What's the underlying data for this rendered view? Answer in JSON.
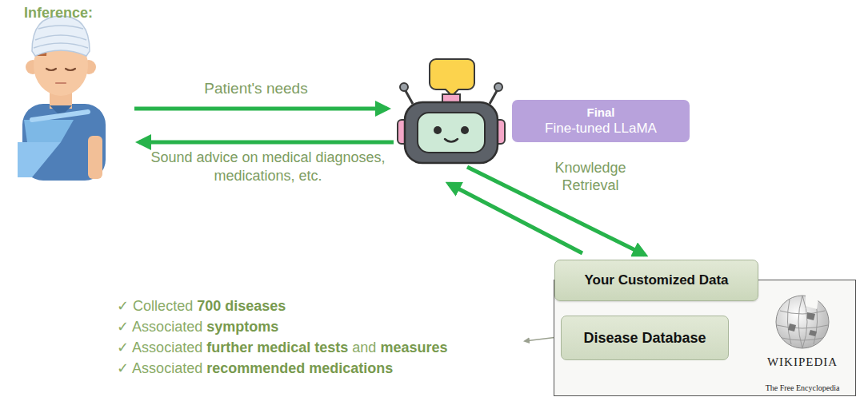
{
  "diagram": {
    "title": "Inference:",
    "nodes": [
      {
        "text": [
          "Final",
          "Fine-tuned LLaMA"
        ]
      },
      {
        "text": [
          "WIKIPEDIA",
          "The Free Encyclopedia"
        ]
      },
      {
        "text": [
          "Your Customized Data"
        ],
        "in": 1
      },
      {
        "text": [
          "Disease Database"
        ],
        "in": 1
      }
    ],
    "labels": [
      "Patient's needs",
      "Sound advice on medical diagnoses, medications, etc.",
      "Knowledge Retrieval",
      "✓ Collected 700 diseases",
      "✓ Associated symptoms",
      "✓ Associated further medical tests and measures",
      "✓ Associated recommended medications"
    ]
  }
}
